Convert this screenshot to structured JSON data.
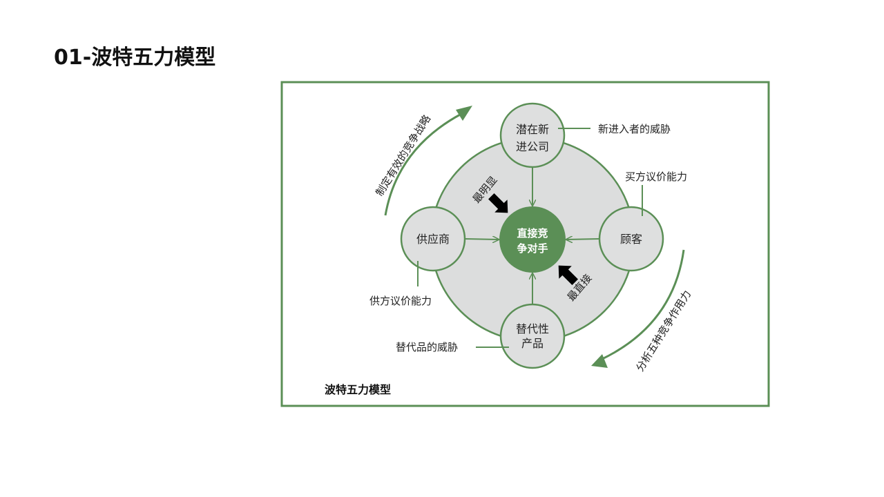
{
  "page": {
    "title": "01-波特五力模型"
  },
  "diagram": {
    "caption": "波特五力模型",
    "center": {
      "line1": "直接竞",
      "line2": "争对手"
    },
    "nodes": {
      "top": {
        "line1": "潜在新",
        "line2": "进公司"
      },
      "left": {
        "line1": "供应商"
      },
      "right": {
        "line1": "顾客"
      },
      "bottom": {
        "line1": "替代性",
        "line2": "产品"
      }
    },
    "labels": {
      "new_entrants": "新进入者的威胁",
      "buyer_power": "买方议价能力",
      "supplier_power": "供方议价能力",
      "substitutes": "替代品的威胁"
    },
    "emphasis": {
      "most_obvious": "最明显",
      "most_direct": "最直接"
    },
    "curved": {
      "left": "制定有效的竞争战略",
      "right": "分析五种竞争作用力"
    },
    "colors": {
      "accent": "#5b8f56",
      "fill": "#dcdddd"
    }
  }
}
